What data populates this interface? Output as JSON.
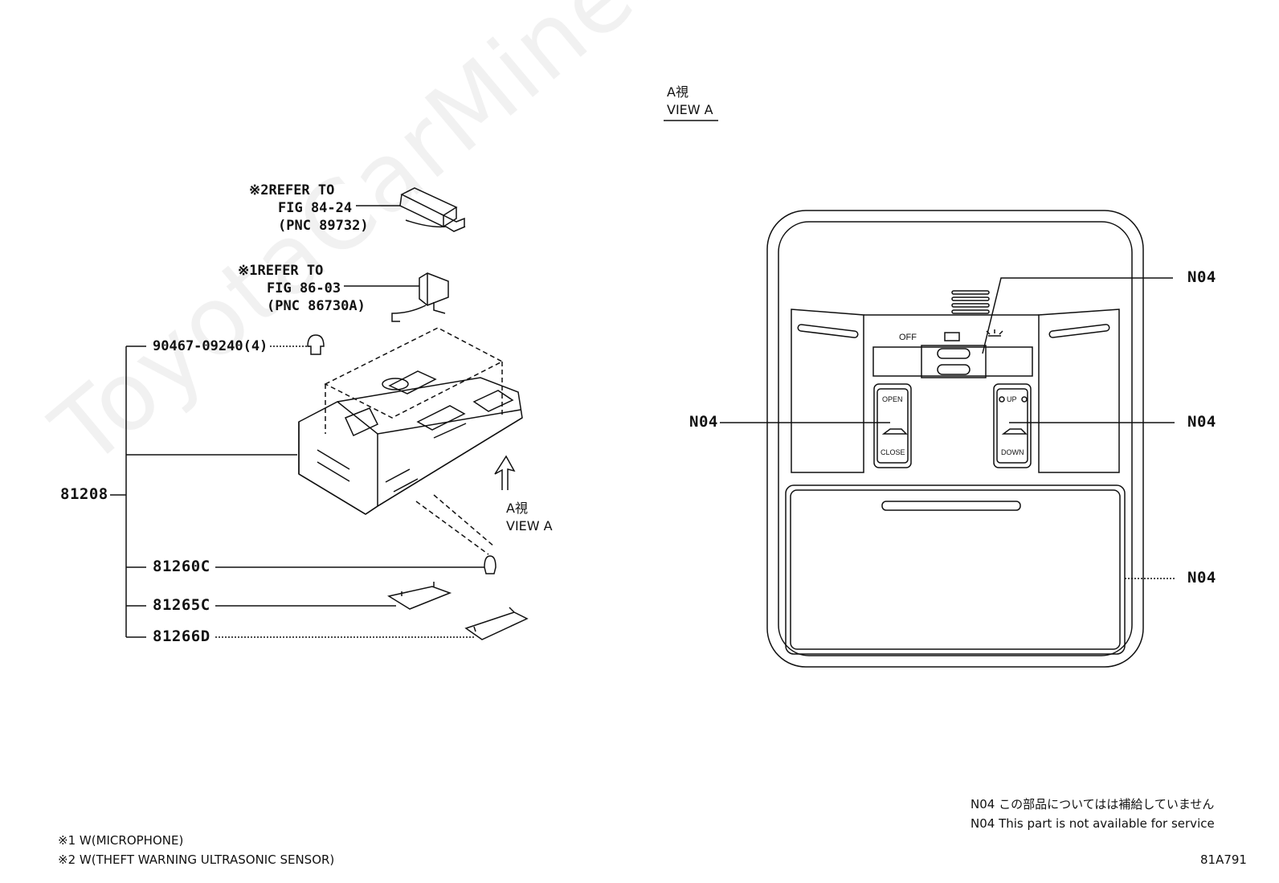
{
  "watermark": "ToyotaCarMine.ru",
  "view_heading": {
    "jp": "A視",
    "en": "VIEW A"
  },
  "view_arrow_label": {
    "jp": "A視",
    "en": "VIEW A"
  },
  "references": [
    {
      "mark": "※2",
      "line1": "REFER TO",
      "line2": "FIG 84-24",
      "line3": "(PNC 89732)"
    },
    {
      "mark": "※1",
      "line1": "REFER TO",
      "line2": "FIG 86-03",
      "line3": "(PNC 86730A)"
    }
  ],
  "parts": {
    "clip": "90467-09240(4)",
    "assembly": "81208",
    "bulb": "81260C",
    "lens_small": "81265C",
    "lens_large": "81266D"
  },
  "callouts": {
    "switch": "N04",
    "sunroof_left": "N04",
    "sunroof_right": "N04",
    "lens": "N04"
  },
  "panel_labels": {
    "off": "OFF",
    "open": "OPEN",
    "close": "CLOSE",
    "up": "UP",
    "down": "DOWN"
  },
  "footnotes": {
    "n1": "※1 W(MICROPHONE)",
    "n2": "※2 W(THEFT WARNING ULTRASONIC SENSOR)"
  },
  "service_note": {
    "jp": "N04 この部品についてはは補給していません",
    "en": "N04 This part is not available for service"
  },
  "figure_id": "81A791"
}
